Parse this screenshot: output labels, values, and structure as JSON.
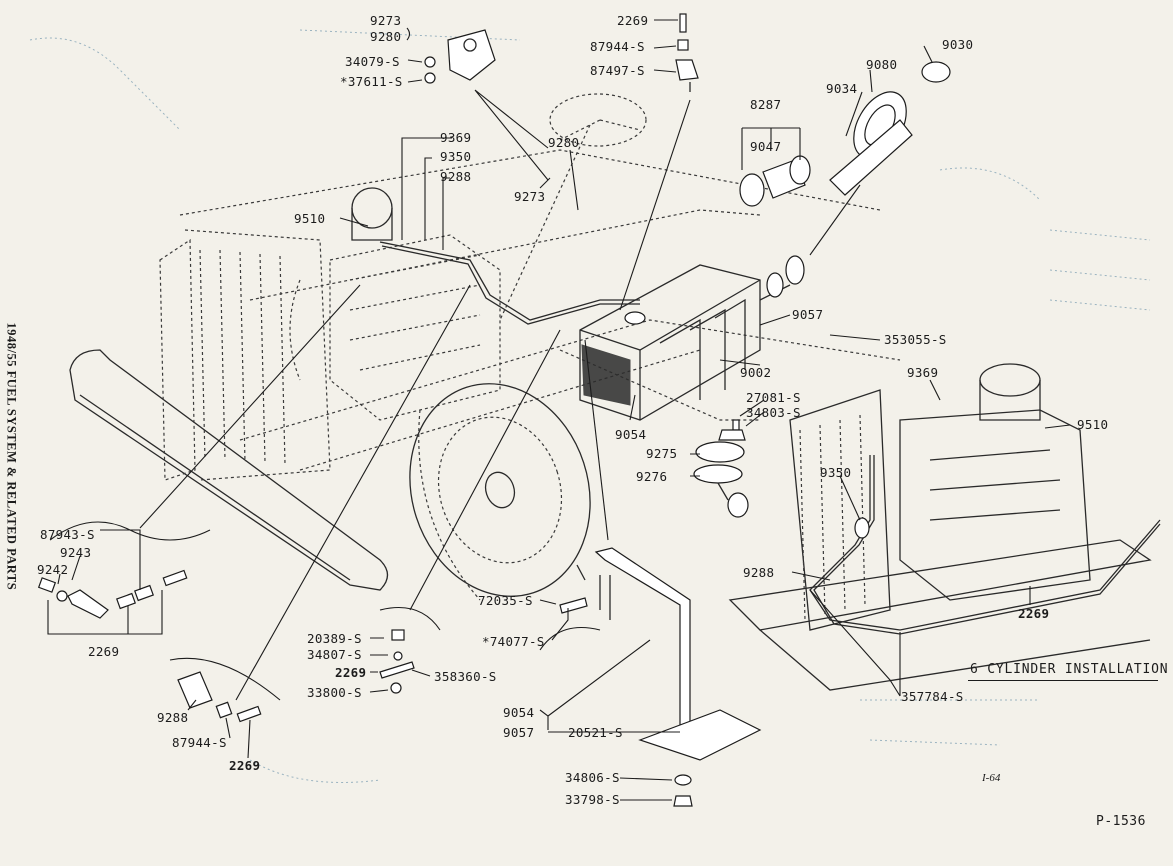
{
  "side_title": "1948/55 FUEL SYSTEM & RELATED PARTS",
  "install_title": "6 CYLINDER INSTALLATION",
  "figure_number": "I-64",
  "plate_number": "P-1536",
  "part_numbers": {
    "p9273_top": "9273",
    "p9280_top": "9280",
    "p34079": "34079-S",
    "p37611": "*37611-S",
    "p2269_top": "2269",
    "p87944_top": "87944-S",
    "p87497": "87497-S",
    "p9030": "9030",
    "p9080": "9080",
    "p9034": "9034",
    "p8287": "8287",
    "p9047": "9047",
    "p9369_left": "9369",
    "p9350_left": "9350",
    "p9288_left": "9288",
    "p9280_mid": "9280",
    "p9273_mid": "9273",
    "p9510_left": "9510",
    "p9057_right": "9057",
    "p353055": "353055-S",
    "p9002": "9002",
    "p9369_right": "9369",
    "p27081": "27081-S",
    "p34803": "34803-S",
    "p9510_right": "9510",
    "p9275": "9275",
    "p9276": "9276",
    "p9054_mid": "9054",
    "p9350_right": "9350",
    "p9288_right": "9288",
    "p2269_right": "2269",
    "p357784": "357784-S",
    "p87943": "87943-S",
    "p9243": "9243",
    "p9242": "9242",
    "p2269_left": "2269",
    "p9288_bottom": "9288",
    "p87944_bottom": "87944-S",
    "p2269_bottom": "2269",
    "p20389": "20389-S",
    "p34807": "34807-S",
    "p2269_clip": "2269",
    "p358360": "358360-S",
    "p33800": "33800-S",
    "p72035": "72035-S",
    "p74077": "*74077-S",
    "p9054_bottom": "9054",
    "p9057_bottom": "9057",
    "p20521": "20521-S",
    "p34806": "34806-S",
    "p33798": "33798-S"
  }
}
